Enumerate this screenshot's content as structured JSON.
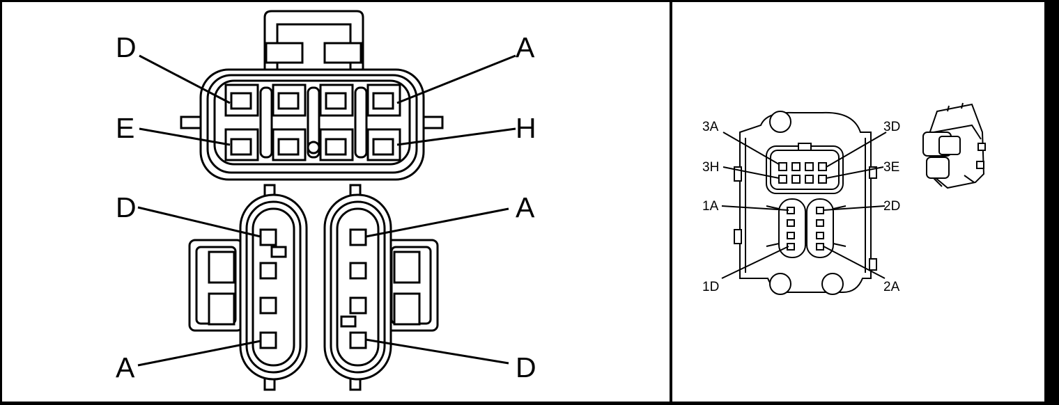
{
  "left_panel": {
    "eight_pin": {
      "label_top_left": "D",
      "label_top_right": "A",
      "label_bottom_left": "E",
      "label_bottom_right": "H"
    },
    "four_pin_left": {
      "label_top": "D",
      "label_bottom": "A"
    },
    "four_pin_right": {
      "label_top": "A",
      "label_bottom": "D"
    }
  },
  "right_panel": {
    "labels": {
      "l3a": "3A",
      "l3d": "3D",
      "l3h": "3H",
      "l3e": "3E",
      "l1a": "1A",
      "l2d": "2D",
      "l1d": "1D",
      "l2a": "2A"
    }
  }
}
